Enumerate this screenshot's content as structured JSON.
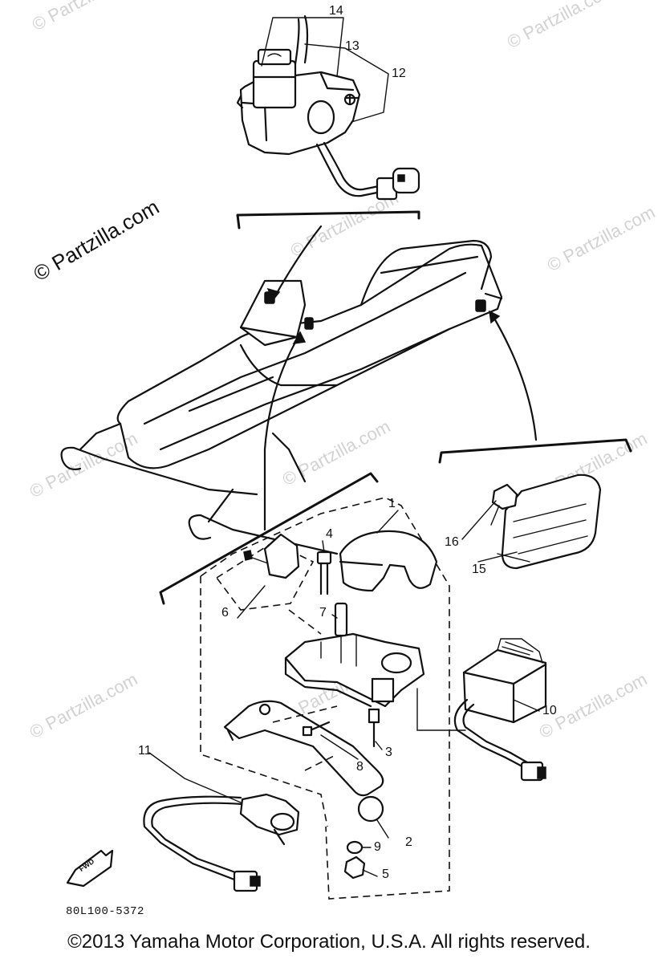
{
  "watermarks": {
    "large": "© Partzilla.com",
    "small": "© Partzilla.com"
  },
  "callouts": [
    {
      "id": "1",
      "label": "1"
    },
    {
      "id": "2",
      "label": "2"
    },
    {
      "id": "3",
      "label": "3"
    },
    {
      "id": "4",
      "label": "4"
    },
    {
      "id": "5",
      "label": "5"
    },
    {
      "id": "6",
      "label": "6"
    },
    {
      "id": "7",
      "label": "7"
    },
    {
      "id": "8",
      "label": "8"
    },
    {
      "id": "9",
      "label": "9"
    },
    {
      "id": "10",
      "label": "10"
    },
    {
      "id": "11",
      "label": "11"
    },
    {
      "id": "12",
      "label": "12"
    },
    {
      "id": "13",
      "label": "13"
    },
    {
      "id": "14",
      "label": "14"
    },
    {
      "id": "15",
      "label": "15"
    },
    {
      "id": "16",
      "label": "16"
    }
  ],
  "fwd_label": "FWD",
  "drawing_code": "80L100-5372",
  "copyright": "©2013 Yamaha Motor Corporation, U.S.A. All rights reserved."
}
